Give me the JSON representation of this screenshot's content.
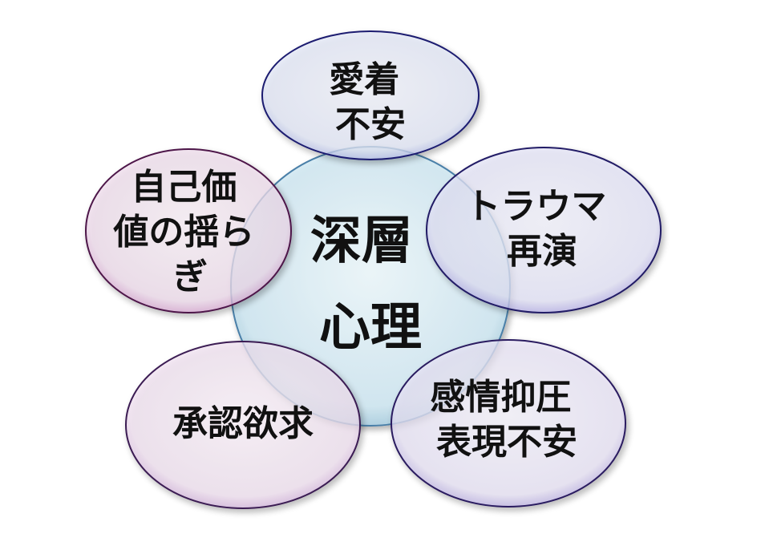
{
  "center": {
    "lines": [
      "深層",
      "心理"
    ],
    "color": "#cfe8f2"
  },
  "nodes": [
    {
      "id": "top",
      "lines": [
        "愛着",
        "不安"
      ],
      "color": "#e4e9f7"
    },
    {
      "id": "upper-left",
      "lines": [
        "自己価",
        "値の揺ら",
        "ぎ"
      ],
      "color": "#f1e3f0"
    },
    {
      "id": "upper-right",
      "lines": [
        "トラウマ",
        "再演"
      ],
      "color": "#e7e7f8"
    },
    {
      "id": "lower-left",
      "lines": [
        "承認欲求"
      ],
      "color": "#f3e6f3"
    },
    {
      "id": "lower-right",
      "lines": [
        "感情抑圧",
        "表現不安"
      ],
      "color": "#ece8f7"
    }
  ]
}
